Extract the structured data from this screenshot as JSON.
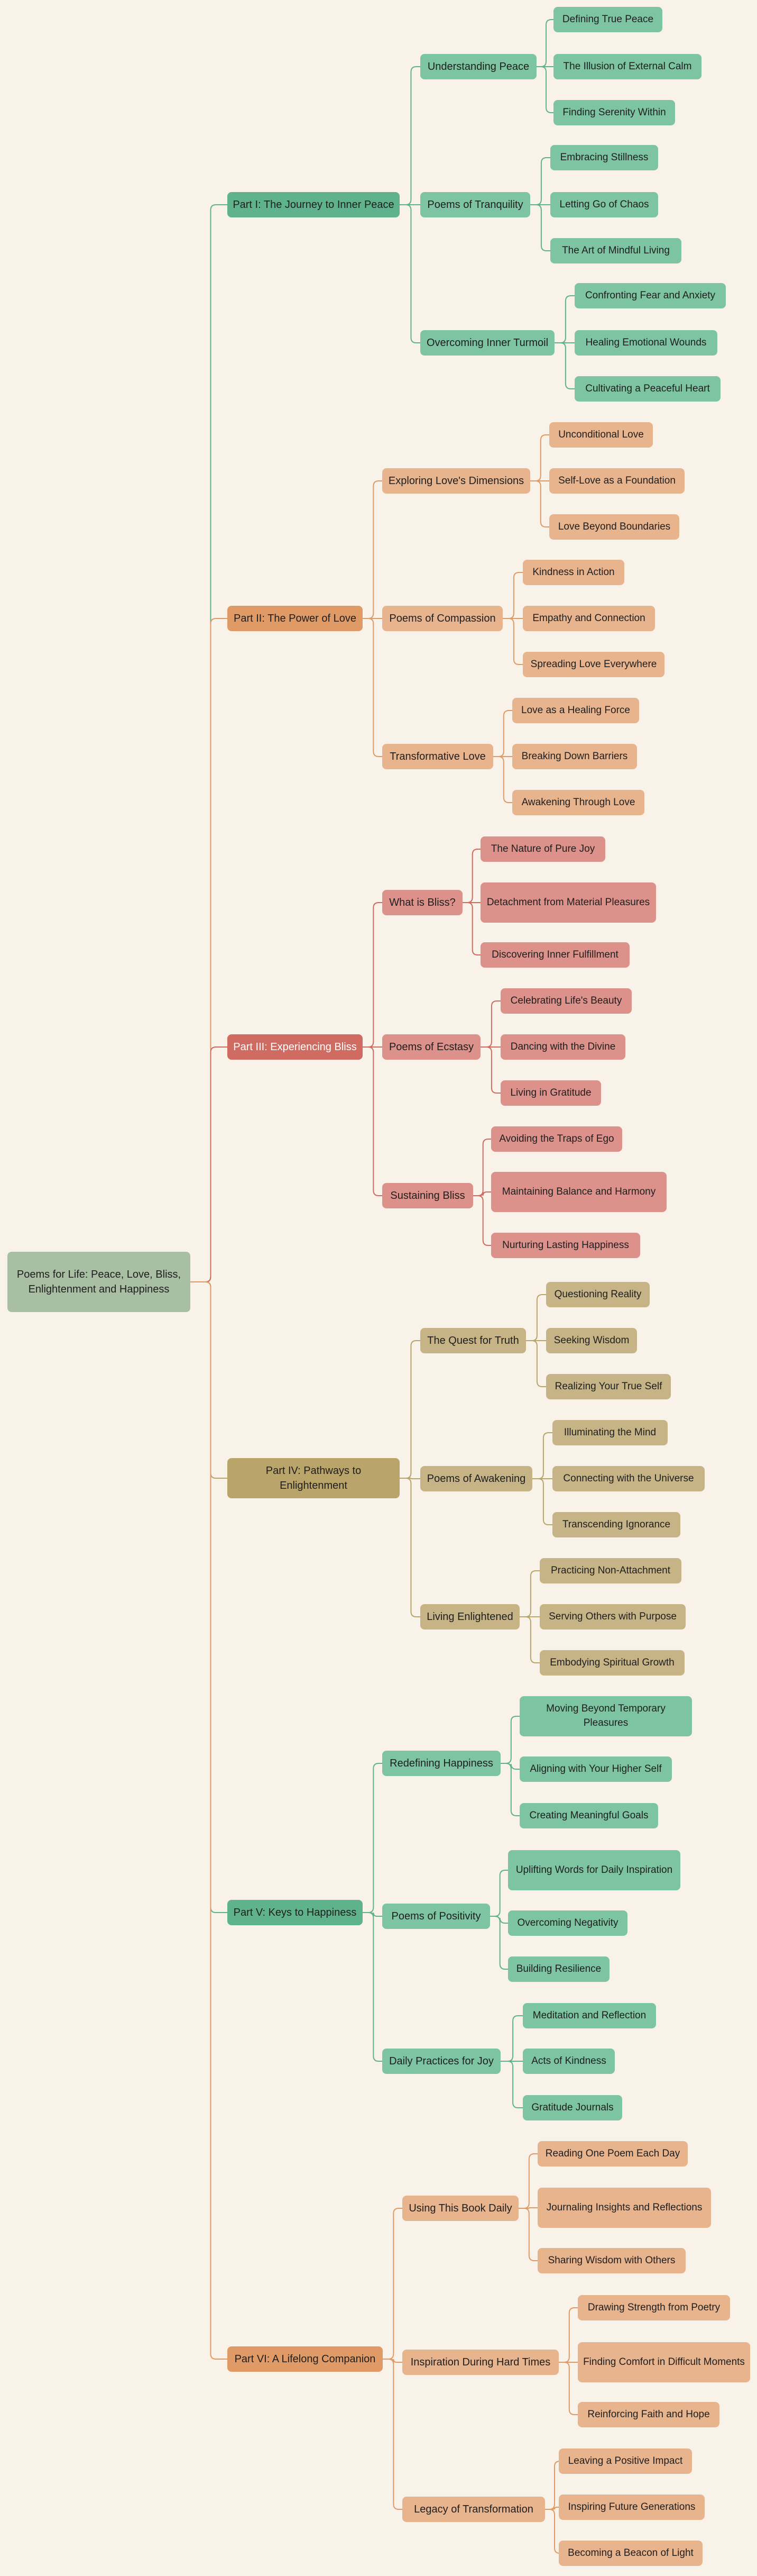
{
  "root": {
    "label": "Poems for Life: Peace, Love, Bliss, Enlightenment and Happiness",
    "color": "#a8bfa3"
  },
  "parts": [
    {
      "label": "Part I: The Journey to Inner Peace",
      "colors": {
        "part": "#5fb38c",
        "child": "#7dc4a2",
        "leaf": "#7dc4a2",
        "line": "#5fb38c"
      },
      "white_text": false,
      "sections": [
        {
          "label": "Understanding Peace",
          "leaves": [
            "Defining True Peace",
            "The Illusion of External Calm",
            "Finding Serenity Within"
          ]
        },
        {
          "label": "Poems of Tranquility",
          "leaves": [
            "Embracing Stillness",
            "Letting Go of Chaos",
            "The Art of Mindful Living"
          ]
        },
        {
          "label": "Overcoming Inner Turmoil",
          "leaves": [
            "Confronting Fear and Anxiety",
            "Healing Emotional Wounds",
            "Cultivating a Peaceful Heart"
          ]
        }
      ]
    },
    {
      "label": "Part II: The Power of Love",
      "colors": {
        "part": "#e09a66",
        "child": "#e8b48e",
        "leaf": "#e8b48e",
        "line": "#e09a66"
      },
      "white_text": false,
      "sections": [
        {
          "label": "Exploring Love's Dimensions",
          "leaves": [
            "Unconditional Love",
            "Self-Love as a Foundation",
            "Love Beyond Boundaries"
          ]
        },
        {
          "label": "Poems of Compassion",
          "leaves": [
            "Kindness in Action",
            "Empathy and Connection",
            "Spreading Love Everywhere"
          ]
        },
        {
          "label": "Transformative Love",
          "leaves": [
            "Love as a Healing Force",
            "Breaking Down Barriers",
            "Awakening Through Love"
          ]
        }
      ]
    },
    {
      "label": "Part III: Experiencing Bliss",
      "colors": {
        "part": "#d06b62",
        "child": "#dc918a",
        "leaf": "#dc918a",
        "line": "#d06b62"
      },
      "white_text": true,
      "sections": [
        {
          "label": "What is Bliss?",
          "leaves": [
            "The Nature of Pure Joy",
            "Detachment from Material Pleasures",
            "Discovering Inner Fulfillment"
          ]
        },
        {
          "label": "Poems of Ecstasy",
          "leaves": [
            "Celebrating Life's Beauty",
            "Dancing with the Divine",
            "Living in Gratitude"
          ]
        },
        {
          "label": "Sustaining Bliss",
          "leaves": [
            "Avoiding the Traps of Ego",
            "Maintaining Balance and Harmony",
            "Nurturing Lasting Happiness"
          ]
        }
      ]
    },
    {
      "label": "Part IV: Pathways to Enlightenment",
      "colors": {
        "part": "#b9a46a",
        "child": "#c6b487",
        "leaf": "#c6b487",
        "line": "#b9a46a"
      },
      "white_text": false,
      "sections": [
        {
          "label": "The Quest for Truth",
          "leaves": [
            "Questioning Reality",
            "Seeking Wisdom",
            "Realizing Your True Self"
          ]
        },
        {
          "label": "Poems of Awakening",
          "leaves": [
            "Illuminating the Mind",
            "Connecting with the Universe",
            "Transcending Ignorance"
          ]
        },
        {
          "label": "Living Enlightened",
          "leaves": [
            "Practicing Non-Attachment",
            "Serving Others with Purpose",
            "Embodying Spiritual Growth"
          ]
        }
      ]
    },
    {
      "label": "Part V: Keys to Happiness",
      "colors": {
        "part": "#5fb38c",
        "child": "#7dc4a2",
        "leaf": "#7dc4a2",
        "line": "#5fb38c"
      },
      "white_text": false,
      "sections": [
        {
          "label": "Redefining Happiness",
          "leaves": [
            "Moving Beyond Temporary Pleasures",
            "Aligning with Your Higher Self",
            "Creating Meaningful Goals"
          ]
        },
        {
          "label": "Poems of Positivity",
          "leaves": [
            "Uplifting Words for Daily Inspiration",
            "Overcoming Negativity",
            "Building Resilience"
          ]
        },
        {
          "label": "Daily Practices for Joy",
          "leaves": [
            "Meditation and Reflection",
            "Acts of Kindness",
            "Gratitude Journals"
          ]
        }
      ]
    },
    {
      "label": "Part VI: A Lifelong Companion",
      "colors": {
        "part": "#e09a66",
        "child": "#e8b48e",
        "leaf": "#e8b48e",
        "line": "#e09a66"
      },
      "white_text": false,
      "sections": [
        {
          "label": "Using This Book Daily",
          "leaves": [
            "Reading One Poem Each Day",
            "Journaling Insights and Reflections",
            "Sharing Wisdom with Others"
          ]
        },
        {
          "label": "Inspiration During Hard Times",
          "leaves": [
            "Drawing Strength from Poetry",
            "Finding Comfort in Difficult Moments",
            "Reinforcing Faith and Hope"
          ]
        },
        {
          "label": "Legacy of Transformation",
          "leaves": [
            "Leaving a Positive Impact",
            "Inspiring Future Generations",
            "Becoming a Beacon of Light"
          ]
        }
      ]
    }
  ]
}
